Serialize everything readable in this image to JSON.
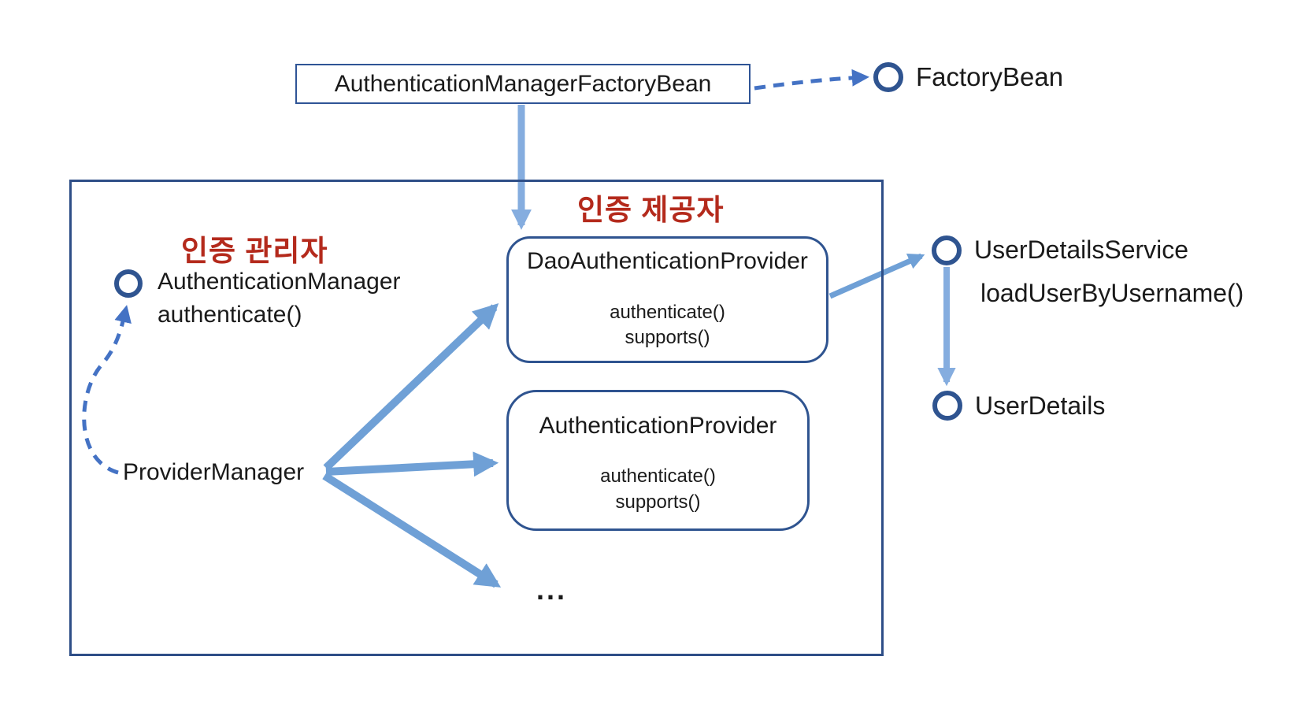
{
  "colors": {
    "box_border": "#2F5496",
    "container_border": "#2E4E87",
    "circle_ring": "#2F5490",
    "arrow_light_blue": "#85ADDF",
    "arrow_mid_blue": "#6FA0D6",
    "arrow_dashed_blue": "#4472C4",
    "heading_red": "#B42A1C",
    "text": "#1A1A1A"
  },
  "nodes": {
    "factory_bean_box": {
      "label": "AuthenticationManagerFactoryBean"
    },
    "factory_bean": {
      "label": "FactoryBean"
    },
    "manager_heading": "인증 관리자",
    "authentication_manager": {
      "label": "AuthenticationManager",
      "method": "authenticate()"
    },
    "provider_manager": {
      "label": "ProviderManager"
    },
    "provider_heading": "인증 제공자",
    "dao_authentication_provider": {
      "title": "DaoAuthenticationProvider",
      "methods": [
        "authenticate()",
        "supports()"
      ]
    },
    "authentication_provider": {
      "title": "AuthenticationProvider",
      "methods": [
        "authenticate()",
        "supports()"
      ]
    },
    "more_providers": "...",
    "user_details_service": {
      "label": "UserDetailsService",
      "method": "loadUserByUsername()"
    },
    "user_details": {
      "label": "UserDetails"
    }
  }
}
